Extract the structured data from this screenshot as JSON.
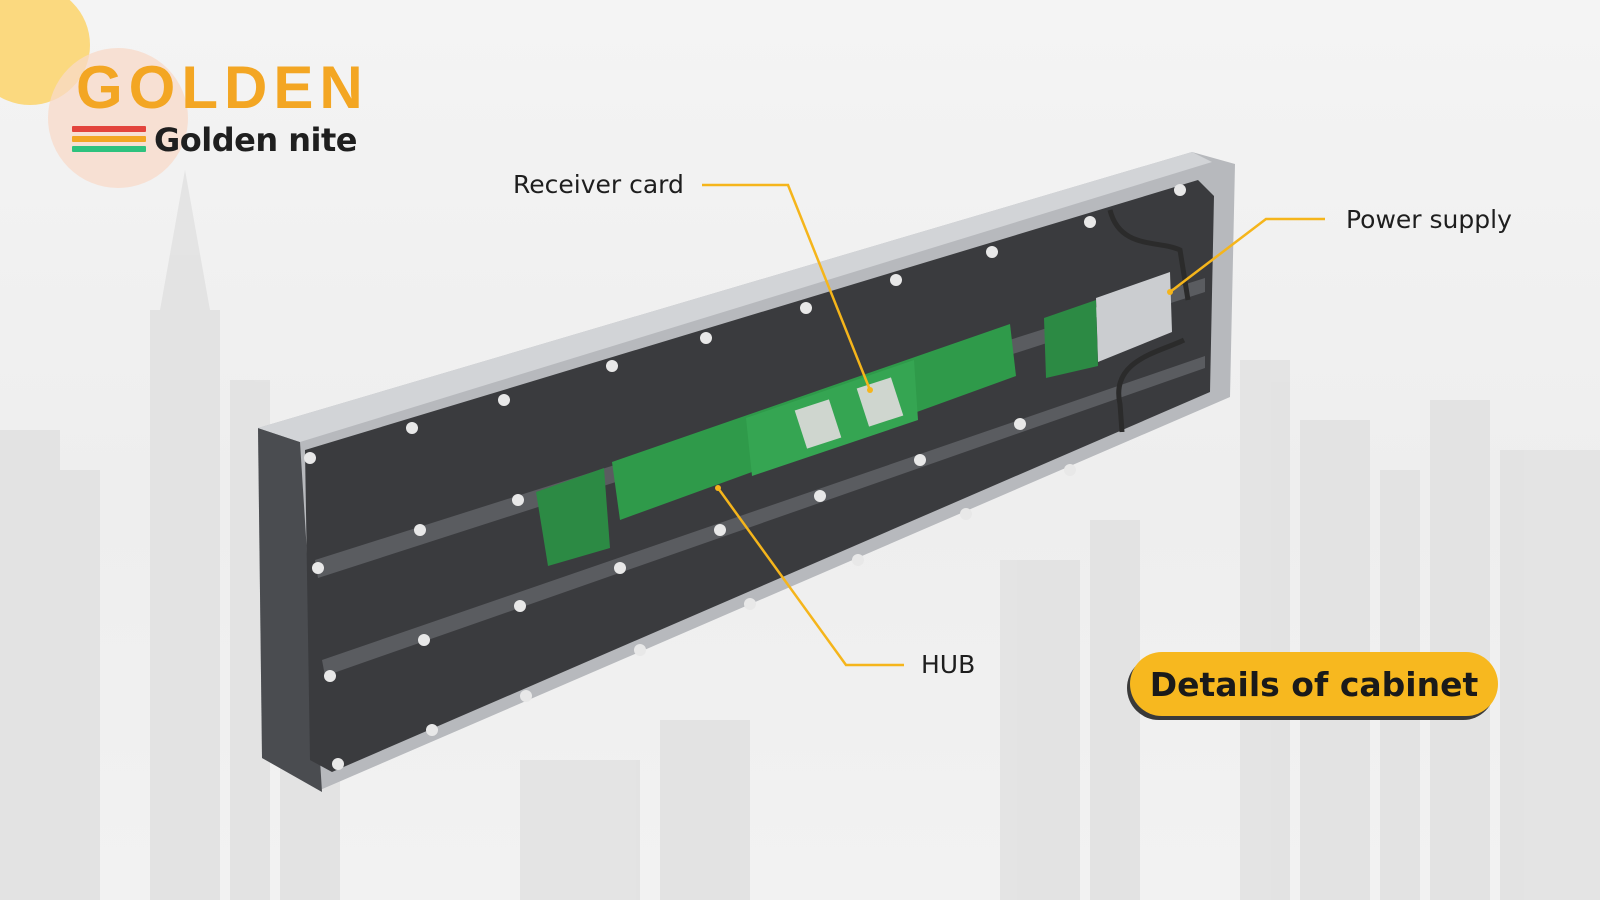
{
  "brand": {
    "wordmark": "GOLDEN",
    "name": "Golden nite",
    "stripe_colors": [
      "#e3443c",
      "#f3a623",
      "#2ec27e",
      "#3b7fd8"
    ],
    "accent": "#f3a623"
  },
  "callouts": {
    "receiver_card": "Receiver card",
    "power_supply": "Power supply",
    "hub": "HUB"
  },
  "badge": {
    "text": "Details of cabinet",
    "color": "#f7b81f"
  },
  "colors": {
    "leader_line": "#f5b51b",
    "pcb": "#2f9a4a",
    "frame": "#b7b9bd",
    "cabinet_interior": "#3a3b3e"
  }
}
